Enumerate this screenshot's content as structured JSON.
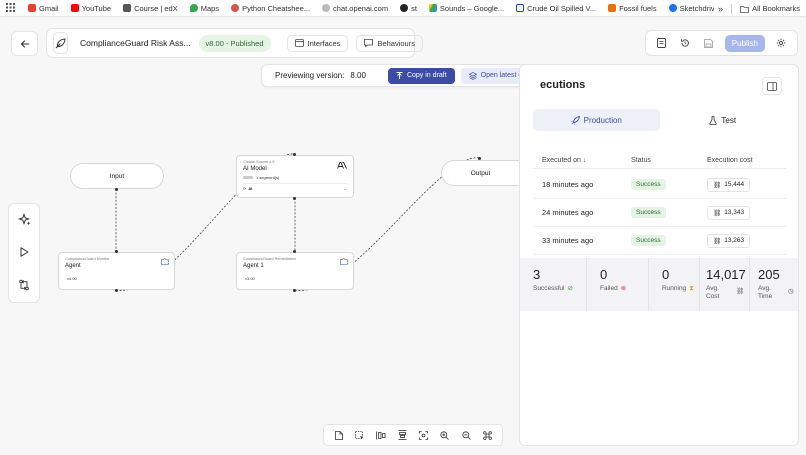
{
  "bookmarks": {
    "items": [
      {
        "label": "Gmail",
        "color": "#ea4335"
      },
      {
        "label": "YouTube",
        "color": "#ff0000"
      },
      {
        "label": "Course | edX",
        "color": "#555555"
      },
      {
        "label": "Maps",
        "color": "#34a853"
      },
      {
        "label": "Python Cheatshee...",
        "color": "#d9534f"
      },
      {
        "label": "chat.openai.com",
        "color": "#bbbbbb"
      },
      {
        "label": "st",
        "color": "#222222"
      },
      {
        "label": "Sounds – Google...",
        "color": "#fbbc05"
      },
      {
        "label": "Crude Oil Spilled V...",
        "color": "#1a4fa0"
      },
      {
        "label": "Fossil fuels",
        "color": "#e8710a"
      },
      {
        "label": "Sketchdrive",
        "color": "#1a73e8"
      }
    ],
    "more": "»",
    "all_bookmarks": "All Bookmarks"
  },
  "header": {
    "title": "ComplianceGuard Risk Ass...",
    "version_badge": "v8.00 - Published",
    "interfaces_label": "Interfaces",
    "behaviours_label": "Behaviours",
    "publish_label": "Publish"
  },
  "preview": {
    "label": "Previewing version:",
    "version": "8.00",
    "copy_label": "Copy in draft",
    "latest_label": "Open latest draft"
  },
  "nodes": {
    "input": {
      "label": "Input"
    },
    "output": {
      "label": "Output"
    },
    "agent1": {
      "subtitle": "ComplianceGuard Monitor",
      "title": "Agent",
      "version": "v4.00"
    },
    "ai_model": {
      "subtitle": "Claude Sonnet 4.5",
      "title": "AI Model",
      "segments": "1 segment(s)",
      "provider": "AI"
    },
    "agent2": {
      "subtitle": "ComplianceGuard Remediation",
      "title": "Agent 1",
      "version": "v3.00"
    }
  },
  "executions": {
    "title": "ecutions",
    "tabs": {
      "production": "Production",
      "test": "Test"
    },
    "columns": {
      "executed_on": "Executed on",
      "status": "Status",
      "cost": "Execution cost"
    },
    "rows": [
      {
        "time": "18 minutes ago",
        "status": "Success",
        "cost": "15,444"
      },
      {
        "time": "24 minutes ago",
        "status": "Success",
        "cost": "13,343"
      },
      {
        "time": "33 minutes ago",
        "status": "Success",
        "cost": "13,263"
      }
    ],
    "stats": {
      "successful": {
        "value": "3",
        "label": "Successful"
      },
      "failed": {
        "value": "0",
        "label": "Failed"
      },
      "running": {
        "value": "0",
        "label": "Running"
      },
      "avg_cost": {
        "value": "14,017",
        "label1": "Avg.",
        "label2": "Cost"
      },
      "avg_time": {
        "value": "205",
        "label1": "Avg.",
        "label2": "Time"
      }
    }
  },
  "colors": {
    "accent": "#3b4ba6",
    "success_bg": "#e5f3e5",
    "success_text": "#2f6b2f",
    "publish_disabled": "#a7b6ec"
  }
}
